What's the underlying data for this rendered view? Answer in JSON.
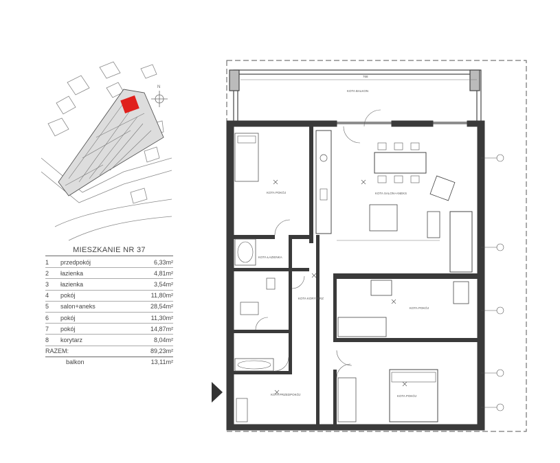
{
  "apartment": {
    "title": "MIESZKANIE NR 37",
    "rooms": [
      {
        "num": "1",
        "name": "przedpokój",
        "area": "6,33m²"
      },
      {
        "num": "2",
        "name": "łazienka",
        "area": "4,81m²"
      },
      {
        "num": "3",
        "name": "łazienka",
        "area": "3,54m²"
      },
      {
        "num": "4",
        "name": "pokój",
        "area": "11,80m²"
      },
      {
        "num": "5",
        "name": "salon+aneks",
        "area": "28,54m²"
      },
      {
        "num": "6",
        "name": "pokój",
        "area": "11,30m²"
      },
      {
        "num": "7",
        "name": "pokój",
        "area": "14,87m²"
      },
      {
        "num": "8",
        "name": "korytarz",
        "area": "8,04m²"
      }
    ],
    "total_label": "RAZEM:",
    "total_area": "89,23m²",
    "balcony_label": "balkon",
    "balcony_area": "13,11m²"
  },
  "plan_labels": {
    "balcony": "KOTA BALKON",
    "room4": "KOTA POKÓJ",
    "salon": "KOTA SALON+ANEKS",
    "bath2": "KOTA ŁAZIENKA",
    "corridor": "KOTA KORYTARZ",
    "room6": "KOTA POKÓJ",
    "room7": "KOTA POKÓJ",
    "hall": "KOTA PRZEDPOKÓJ",
    "dim_top": "768"
  },
  "site_map": {
    "north_label": "N"
  },
  "colors": {
    "highlight": "#e0201c",
    "wall": "#3a3a3a",
    "line": "#555555"
  }
}
